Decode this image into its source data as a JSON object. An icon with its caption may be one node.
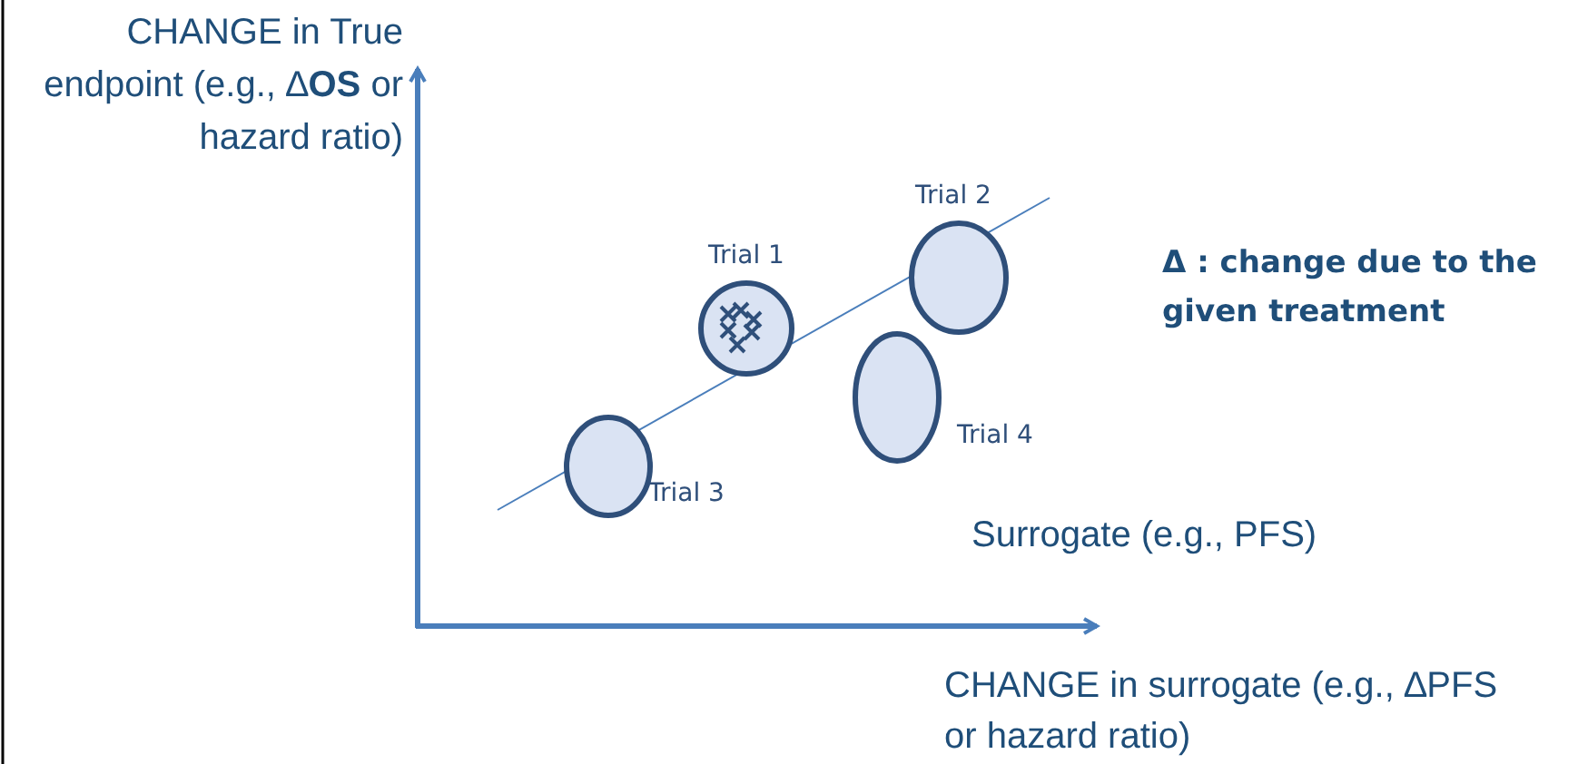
{
  "diagram": {
    "nodes": [
      {
        "text": [
          "Trial 1"
        ]
      },
      {
        "text": [
          "Trial 2"
        ]
      },
      {
        "text": [
          "Trial 4"
        ]
      },
      {
        "text": [
          "Trial 3"
        ]
      }
    ],
    "labels": [
      "CHANGE in True endpoint (e.g., ∆**OS** or hazard ratio)",
      "Δ : change due to the given treatment",
      "Surrogate (e.g., PFS)",
      "CHANGE in surrogate (e.g., ∆PFS  or hazard ratio)"
    ]
  }
}
